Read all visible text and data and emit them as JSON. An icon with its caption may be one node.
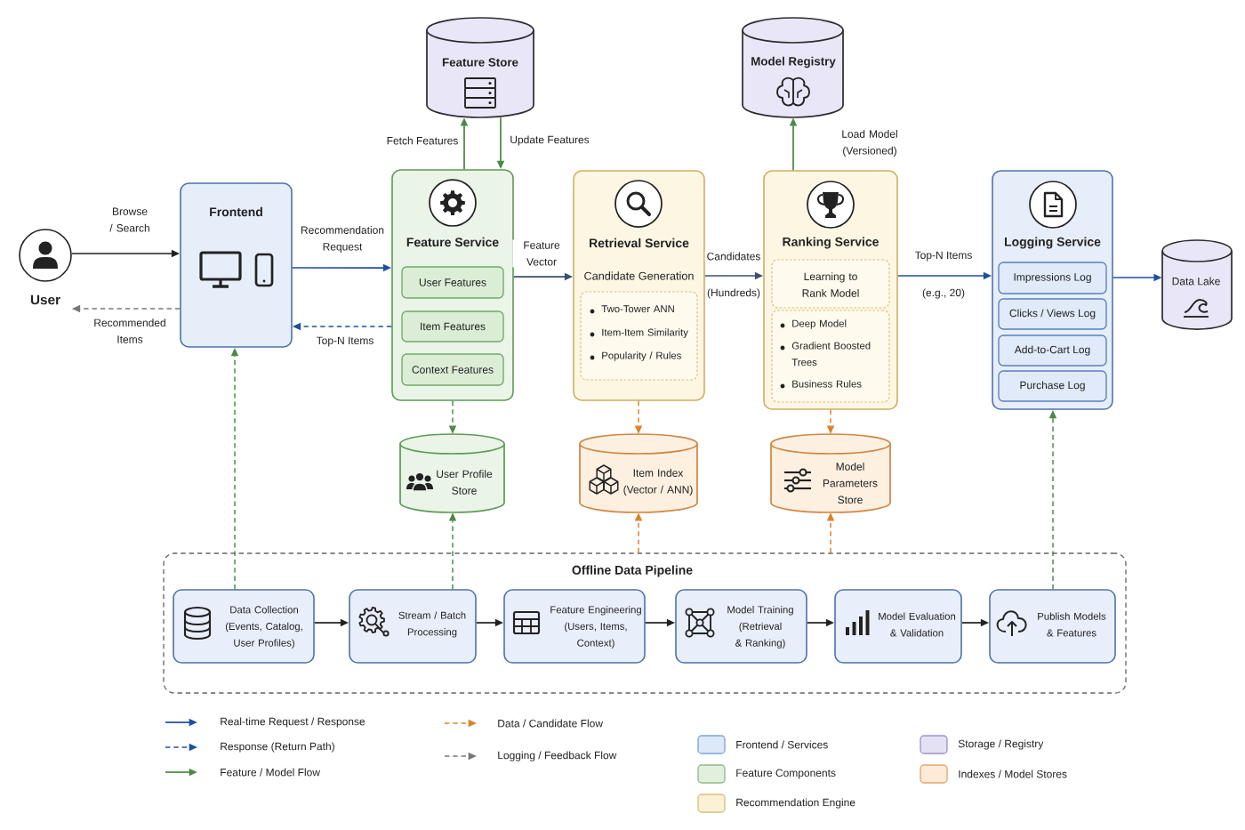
{
  "diagram": {
    "nodes": [
      {
        "text": [
          "User"
        ]
      },
      {
        "text": [
          "Frontend"
        ]
      },
      {
        "text": [
          "Feature Store"
        ]
      },
      {
        "text": [
          "Feature Service"
        ]
      },
      {
        "text": [
          "User Features"
        ],
        "in": 3
      },
      {
        "text": [
          "Item Features"
        ],
        "in": 3
      },
      {
        "text": [
          "Context Features"
        ],
        "in": 3
      },
      {
        "text": [
          "Retrieval Service",
          "Candidate Generation"
        ]
      },
      {
        "text": [
          "Two-Tower ANN",
          "Item-Item Similarity",
          "Popularity / Rules"
        ],
        "in": 7
      },
      {
        "text": [
          "Model Registry"
        ]
      },
      {
        "text": [
          "Ranking Service"
        ]
      },
      {
        "text": [
          "Learning to Rank Model"
        ],
        "in": 10
      },
      {
        "text": [
          "Deep Model",
          "Gradient Boosted Trees",
          "Business Rules"
        ],
        "in": 10
      },
      {
        "text": [
          "Logging Service"
        ]
      },
      {
        "text": [
          "Impressions Log"
        ],
        "in": 13
      },
      {
        "text": [
          "Clicks / Views Log"
        ],
        "in": 13
      },
      {
        "text": [
          "Add-to-Cart Log"
        ],
        "in": 13
      },
      {
        "text": [
          "Purchase Log"
        ],
        "in": 13
      },
      {
        "text": [
          "Data Lake"
        ]
      },
      {
        "text": [
          "User Profile Store"
        ]
      },
      {
        "text": [
          "Item Index (Vector / ANN)"
        ]
      },
      {
        "text": [
          "Model Parameters Store"
        ]
      },
      {
        "text": [
          "Offline Data Pipeline"
        ]
      },
      {
        "text": [
          "Data Collection (Events, Catalog, User Profiles)"
        ],
        "in": 22
      },
      {
        "text": [
          "Stream / Batch Processing"
        ],
        "in": 22
      },
      {
        "text": [
          "Feature Engineering (Users, Items, Context)"
        ],
        "in": 22
      },
      {
        "text": [
          "Model Training (Retrieval & Ranking)"
        ],
        "in": 22
      },
      {
        "text": [
          "Model Evaluation & Validation"
        ],
        "in": 22
      },
      {
        "text": [
          "Publish Models & Features"
        ],
        "in": 22
      }
    ],
    "edges": [
      {
        "from": 0,
        "to": 1,
        "arrow": "to",
        "label": "Browse / Search",
        "color": "#222222"
      },
      {
        "from": 1,
        "to": 0,
        "arrow": "to",
        "label": "Recommended Items",
        "style": "dashed",
        "color": "#777777"
      },
      {
        "from": 1,
        "to": 3,
        "arrow": "to",
        "label": "Recommendation Request",
        "color": "#1f4fa3"
      },
      {
        "from": 3,
        "to": 1,
        "arrow": "to",
        "label": "Top-N Items",
        "style": "dashed",
        "color": "#1f4fa3"
      },
      {
        "from": 3,
        "to": 2,
        "arrow": "to",
        "label": "Fetch Features"
      },
      {
        "from": 2,
        "to": 3,
        "arrow": "to",
        "label": "Update Features"
      },
      {
        "from": 3,
        "to": 7,
        "arrow": "to",
        "label": "Feature Vector",
        "color": "#3b4f6e"
      },
      {
        "from": 7,
        "to": 10,
        "arrow": "to",
        "label": "Candidates",
        "color": "#3b4f6e"
      },
      {
        "from": 10,
        "to": 9,
        "arrow": "to",
        "label": "Load Model (Versioned)"
      },
      {
        "from": 10,
        "to": 13,
        "arrow": "to",
        "label": "Top-N Items",
        "color": "#1f4fa3"
      },
      {
        "from": 13,
        "to": 18,
        "arrow": "to",
        "color": "#1f4fa3"
      },
      {
        "from": 3,
        "to": 19,
        "arrow": "to",
        "style": "dashed"
      },
      {
        "from": 7,
        "to": 20,
        "arrow": "to",
        "style": "dashed",
        "color": "#d9822b"
      },
      {
        "from": 10,
        "to": 21,
        "arrow": "to",
        "style": "dashed",
        "color": "#d9822b"
      },
      {
        "from": 23,
        "to": 1,
        "arrow": "to",
        "style": "dashed"
      },
      {
        "from": 24,
        "to": 19,
        "arrow": "to",
        "style": "dashed"
      },
      {
        "from": 22,
        "to": 20,
        "arrow": "to",
        "style": "dashed",
        "color": "#d9822b"
      },
      {
        "from": 22,
        "to": 21,
        "arrow": "to",
        "style": "dashed",
        "color": "#d9822b"
      },
      {
        "from": 28,
        "to": 13,
        "arrow": "to",
        "style": "dashed"
      },
      {
        "from": 23,
        "to": 24,
        "arrow": "to",
        "color": "#222222"
      },
      {
        "from": 24,
        "to": 25,
        "arrow": "to",
        "color": "#222222"
      },
      {
        "from": 25,
        "to": 26,
        "arrow": "to",
        "color": "#222222"
      },
      {
        "from": 26,
        "to": 27,
        "arrow": "to",
        "color": "#222222"
      },
      {
        "from": 27,
        "to": 28,
        "arrow": "to",
        "color": "#222222"
      }
    ],
    "labels": [
      "(Hundreds)",
      "(e.g., 20)"
    ],
    "legend": [
      {
        "text": "Real-time Request / Response"
      },
      {
        "text": "Response (Return Path)"
      },
      {
        "text": "Feature / Model Flow"
      },
      {
        "text": "Data / Candidate Flow"
      },
      {
        "text": "Logging / Feedback Flow"
      },
      {
        "text": "Frontend / Services",
        "color": "#dde9f8"
      },
      {
        "text": "Feature Components",
        "color": "#e1f0dc"
      },
      {
        "text": "Recommendation Engine",
        "color": "#fbf1d6"
      },
      {
        "text": "Storage / Registry",
        "color": "#e5e1f4"
      },
      {
        "text": "Indexes / Model Stores",
        "color": "#fdebd8"
      }
    ]
  }
}
